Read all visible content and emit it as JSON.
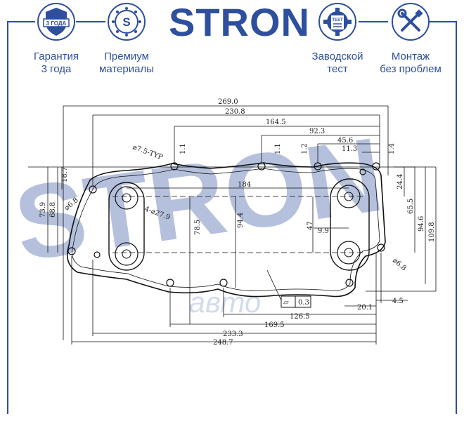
{
  "brand": {
    "name": "STRON",
    "watermark": "STRON",
    "secondary_watermark": "авто"
  },
  "colors": {
    "brand_blue": "#2d4f9e",
    "watermark_blue": "#2d4f9e",
    "line": "#111111"
  },
  "features": [
    {
      "icon": "shield-badge-icon",
      "badge_text": "3 ГОДА",
      "label_line1": "Гарантия",
      "label_line2": "3 года"
    },
    {
      "icon": "premium-s-icon",
      "badge_text": "S",
      "label_line1": "Премиум",
      "label_line2": "материалы"
    },
    {
      "icon": "gear-test-icon",
      "badge_text": "TEST",
      "label_line1": "Заводской",
      "label_line2": "тест"
    },
    {
      "icon": "wrench-screwdriver-icon",
      "label_line1": "Монтаж",
      "label_line2": "без проблем"
    }
  ],
  "dimensions": {
    "top": [
      "269.0",
      "230.8",
      "164.5",
      "92.3",
      "45.6",
      "11.3"
    ],
    "small": [
      "1.1",
      "1.1",
      "1.2",
      "1.4"
    ],
    "holes": [
      "⌀7.5-TYP",
      "⌀6.8",
      "4-⌀27.9",
      "⌀6.8"
    ],
    "left": [
      "18.7",
      "73.9",
      "68.8"
    ],
    "inner": [
      "184",
      "78.5",
      "94.4",
      "47",
      "9.9"
    ],
    "right": [
      "24.4",
      "65.5",
      "94.6",
      "109.8"
    ],
    "bottom": [
      "126.5",
      "169.5",
      "233.3",
      "248.7",
      "20.1",
      "4.5"
    ],
    "flatness_symbol": "▱",
    "flatness_value": "0.3"
  }
}
